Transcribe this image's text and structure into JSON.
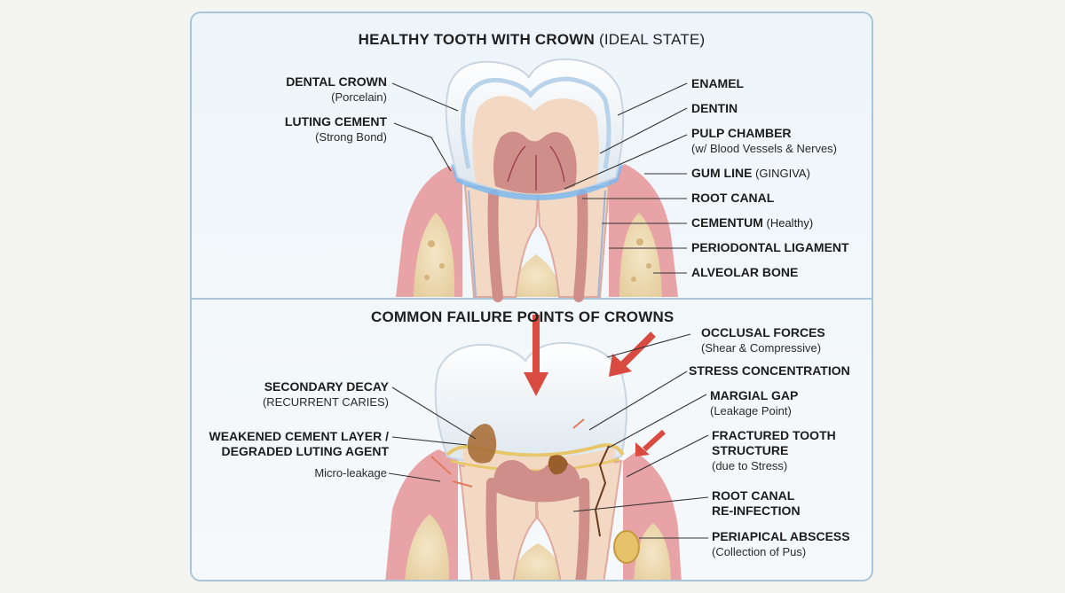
{
  "panels": {
    "top": {
      "title_bold": "HEALTHY TOOTH WITH CROWN",
      "title_thin": " (IDEAL STATE)",
      "labels_left": [
        {
          "main": "DENTAL CROWN",
          "sub": "(Porcelain)"
        },
        {
          "main": "LUTING CEMENT",
          "sub": "(Strong Bond)"
        }
      ],
      "labels_right": [
        {
          "main": "ENAMEL",
          "inline": ""
        },
        {
          "main": "DENTIN",
          "inline": ""
        },
        {
          "main": "PULP CHAMBER",
          "sub": "(w/ Blood Vessels & Nerves)"
        },
        {
          "main": "GUM LINE",
          "inline": " (GINGIVA)"
        },
        {
          "main": "ROOT CANAL",
          "inline": ""
        },
        {
          "main": "CEMENTUM",
          "inline": " (Healthy)"
        },
        {
          "main": "PERIODONTAL LIGAMENT",
          "inline": ""
        },
        {
          "main": "ALVEOLAR BONE",
          "inline": ""
        }
      ]
    },
    "bottom": {
      "title_bold": "COMMON FAILURE POINTS OF CROWNS",
      "labels_left": [
        {
          "main": "SECONDARY DECAY",
          "sub": "(RECURRENT CARIES)"
        },
        {
          "main": "WEAKENED CEMENT LAYER /",
          "main2": "DEGRADED LUTING AGENT"
        },
        {
          "plain": "Micro-leakage"
        }
      ],
      "labels_right": [
        {
          "main": "OCCLUSAL FORCES",
          "sub": "(Shear & Compressive)"
        },
        {
          "main": "STRESS CONCENTRATION"
        },
        {
          "main": "MARGIAL GAP",
          "sub": "(Leakage Point)"
        },
        {
          "main": "FRACTURED TOOTH",
          "main2": "STRUCTURE",
          "sub": "(due to Stress)"
        },
        {
          "main": "ROOT CANAL",
          "main2": "RE-INFECTION"
        },
        {
          "main": "PERIAPICAL ABSCESS",
          "sub": "(Collection of Pus)"
        }
      ]
    }
  },
  "colors": {
    "gum": "#e7a3a6",
    "bone": "#efdcb7",
    "dentin": "#f3d9c3",
    "pulp": "#cf8e8a",
    "enamel": "#f7f9fb",
    "cement": "#5aa4e6",
    "arrow": "#d94b40",
    "decay": "#a86f3a"
  }
}
